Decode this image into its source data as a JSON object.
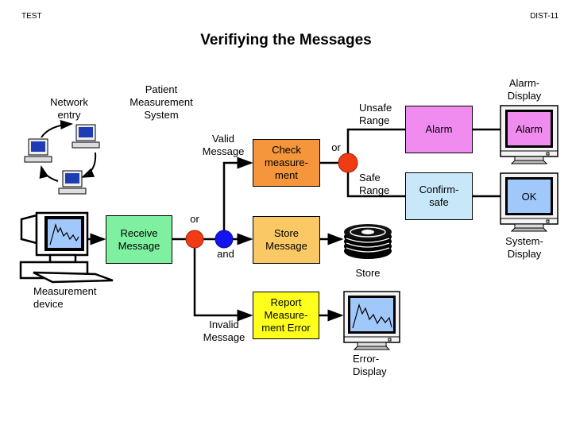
{
  "header": {
    "left_tag": "TEST",
    "right_tag": "DIST-11",
    "title": "Verifiying the Messages"
  },
  "labels": {
    "network_entry": "Network\nentry",
    "patient_system": "Patient\nMeasurement\nSystem",
    "measurement_device": "Measurement\ndevice",
    "valid_message": "Valid\nMessage",
    "invalid_message": "Invalid\nMessage",
    "or_top": "or",
    "or_bottom": "or",
    "and": "and",
    "unsafe_range": "Unsafe\nRange",
    "safe_range": "Safe\nRange",
    "alarm_display": "Alarm-\nDisplay",
    "system_display": "System-\nDisplay",
    "store": "Store",
    "error_display": "Error-\nDisplay"
  },
  "boxes": {
    "receive": {
      "label": "Receive\nMessage",
      "color": "#7ff0a0"
    },
    "check": {
      "label": "Check\nmeasure-\nment",
      "color": "#f5963c"
    },
    "store_msg": {
      "label": "Store\nMessage",
      "color": "#fac864"
    },
    "report": {
      "label": "Report\nMeasure-\nment Error",
      "color": "#ffff1e"
    },
    "alarm": {
      "label": "Alarm",
      "color": "#f08cf0"
    },
    "confirm": {
      "label": "Confirm-\nsafe",
      "color": "#c8e8fa"
    }
  },
  "screens": {
    "alarm_screen": {
      "label": "Alarm",
      "color": "#f08cf0"
    },
    "ok_screen": {
      "label": "OK",
      "color": "#a0c8fa"
    },
    "graph_color": "#a0c8fa"
  },
  "nodes": {
    "or_color": "#f03c14",
    "and_color": "#1414f0"
  }
}
